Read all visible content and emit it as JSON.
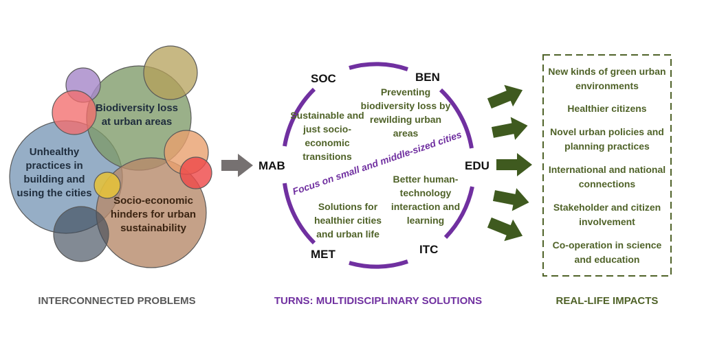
{
  "colors": {
    "purple": "#7030a0",
    "green": "#4f6228",
    "arrow_green": "#3f5a1f",
    "arrow_gray": "#767171",
    "caption_gray": "#595959"
  },
  "problems": {
    "bubbles": {
      "biodiversity": "Biodiversity loss at urban areas",
      "unhealthy": "Unhealthy practices in building and using the cities",
      "socio": "Socio-economic hinders for urban sustainability"
    },
    "caption": "INTERCONNECTED PROBLEMS"
  },
  "turns": {
    "codes": {
      "soc": "SOC",
      "ben": "BEN",
      "mab": "MAB",
      "edu": "EDU",
      "met": "MET",
      "itc": "ITC"
    },
    "solutions": {
      "soc": "Sustainable and just socio-economic transitions",
      "ben": "Preventing biodiversity loss by rewilding urban areas",
      "met": "Solutions for healthier cities and urban life",
      "itc": "Better human-technology interaction and learning"
    },
    "focus": "Focus on small and middle-sized cities",
    "caption": "TURNS: MULTIDISCIPLINARY SOLUTIONS"
  },
  "impacts": {
    "items": [
      "New kinds of green urban environments",
      "Healthier citizens",
      "Novel urban policies and planning practices",
      "International and national connections",
      "Stakeholder and citizen involvement",
      "Co-operation in science and education"
    ],
    "caption": "REAL-LIFE IMPACTS"
  }
}
